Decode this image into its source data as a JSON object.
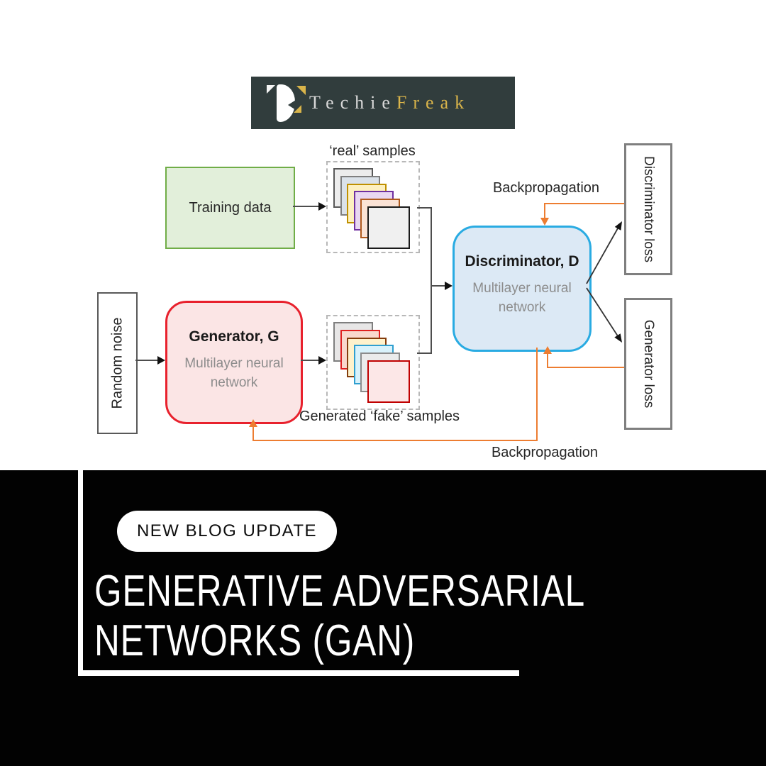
{
  "logo": {
    "brand_first": "Techie",
    "brand_second": "Freak"
  },
  "diagram": {
    "real_samples_label": "‘real’ samples",
    "training_data_label": "Training data",
    "random_noise_label": "Random noise",
    "generator": {
      "title": "Generator, G",
      "subtitle": "Multilayer neural network"
    },
    "discriminator": {
      "title": "Discriminator, D",
      "subtitle": "Multilayer neural network"
    },
    "fake_samples_label": "Generated ‘fake’ samples",
    "discriminator_loss_label": "Discriminator loss",
    "generator_loss_label": "Generator loss",
    "backprop_top_label": "Backpropagation",
    "backprop_bottom_label": "Backpropagation",
    "colors": {
      "accent_orange": "#ed7d31",
      "connector_gray": "#4d4d4d",
      "training_fill": "#e2efda",
      "training_border": "#70ad47",
      "generator_fill": "#fbe5e5",
      "generator_border": "#e8212d",
      "discriminator_fill": "#dce9f5",
      "discriminator_border": "#29abe2",
      "logo_bg": "#313d3d",
      "logo_gold": "#d9b44a",
      "real_stack": [
        {
          "fill": "#ececec",
          "border": "#595959"
        },
        {
          "fill": "#dbe2e9",
          "border": "#7f7f7f"
        },
        {
          "fill": "#fdf0c0",
          "border": "#bf9000"
        },
        {
          "fill": "#e9d7f1",
          "border": "#7030a0"
        },
        {
          "fill": "#fbe3d6",
          "border": "#b05a1d"
        },
        {
          "fill": "#f0f0f0",
          "border": "#1a1a1a"
        }
      ],
      "fake_stack": [
        {
          "fill": "#e7e6e6",
          "border": "#7f7f7f"
        },
        {
          "fill": "#f9d8cd",
          "border": "#e02020"
        },
        {
          "fill": "#fff2cc",
          "border": "#843c0c"
        },
        {
          "fill": "#d9f2fb",
          "border": "#2f9fd0"
        },
        {
          "fill": "#ebebeb",
          "border": "#8c8c8c"
        },
        {
          "fill": "#fce7e7",
          "border": "#c00000"
        }
      ]
    }
  },
  "banner": {
    "badge_label": "NEW BLOG UPDATE",
    "title_line1": "GENERATIVE ADVERSARIAL",
    "title_line2": "NETWORKS (GAN)"
  }
}
